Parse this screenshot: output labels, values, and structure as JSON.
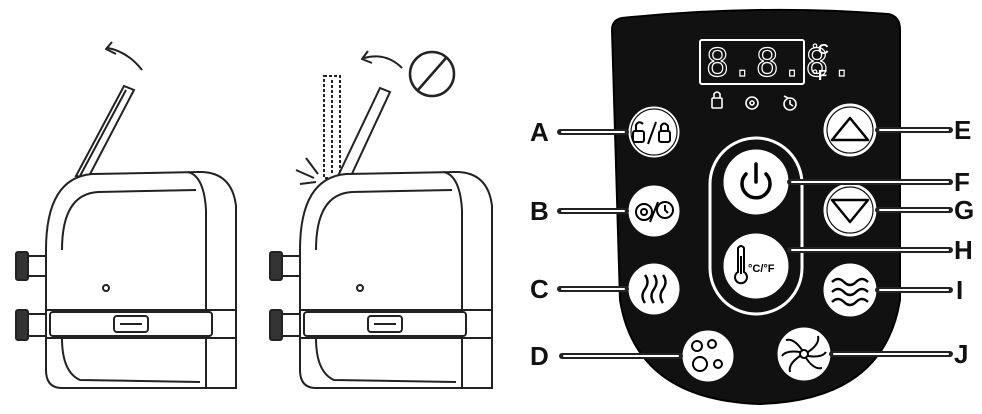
{
  "display": {
    "digits": "8.8.8.",
    "unit_c": "°C",
    "unit_f": "°F"
  },
  "temp_unit_button_label": "°C/°F",
  "callouts": {
    "a": "A",
    "b": "B",
    "c": "C",
    "d": "D",
    "e": "E",
    "f": "F",
    "g": "G",
    "h": "H",
    "i": "I",
    "j": "J"
  },
  "colors": {
    "panel": "#111111",
    "line": "#222222",
    "background": "#ffffff"
  },
  "icons": {
    "lock_button": "lock-unlock-icon",
    "timer_button": "timer-icon",
    "heat_button": "heat-waves-icon",
    "bubble_button": "bubbles-icon",
    "up_button": "triangle-up-icon",
    "power_button": "power-icon",
    "down_button": "triangle-down-icon",
    "temp_button": "thermometer-icon",
    "filter_button": "filter-waves-icon",
    "jet_button": "jet-swirl-icon",
    "prohibited": "no-entry-icon"
  }
}
